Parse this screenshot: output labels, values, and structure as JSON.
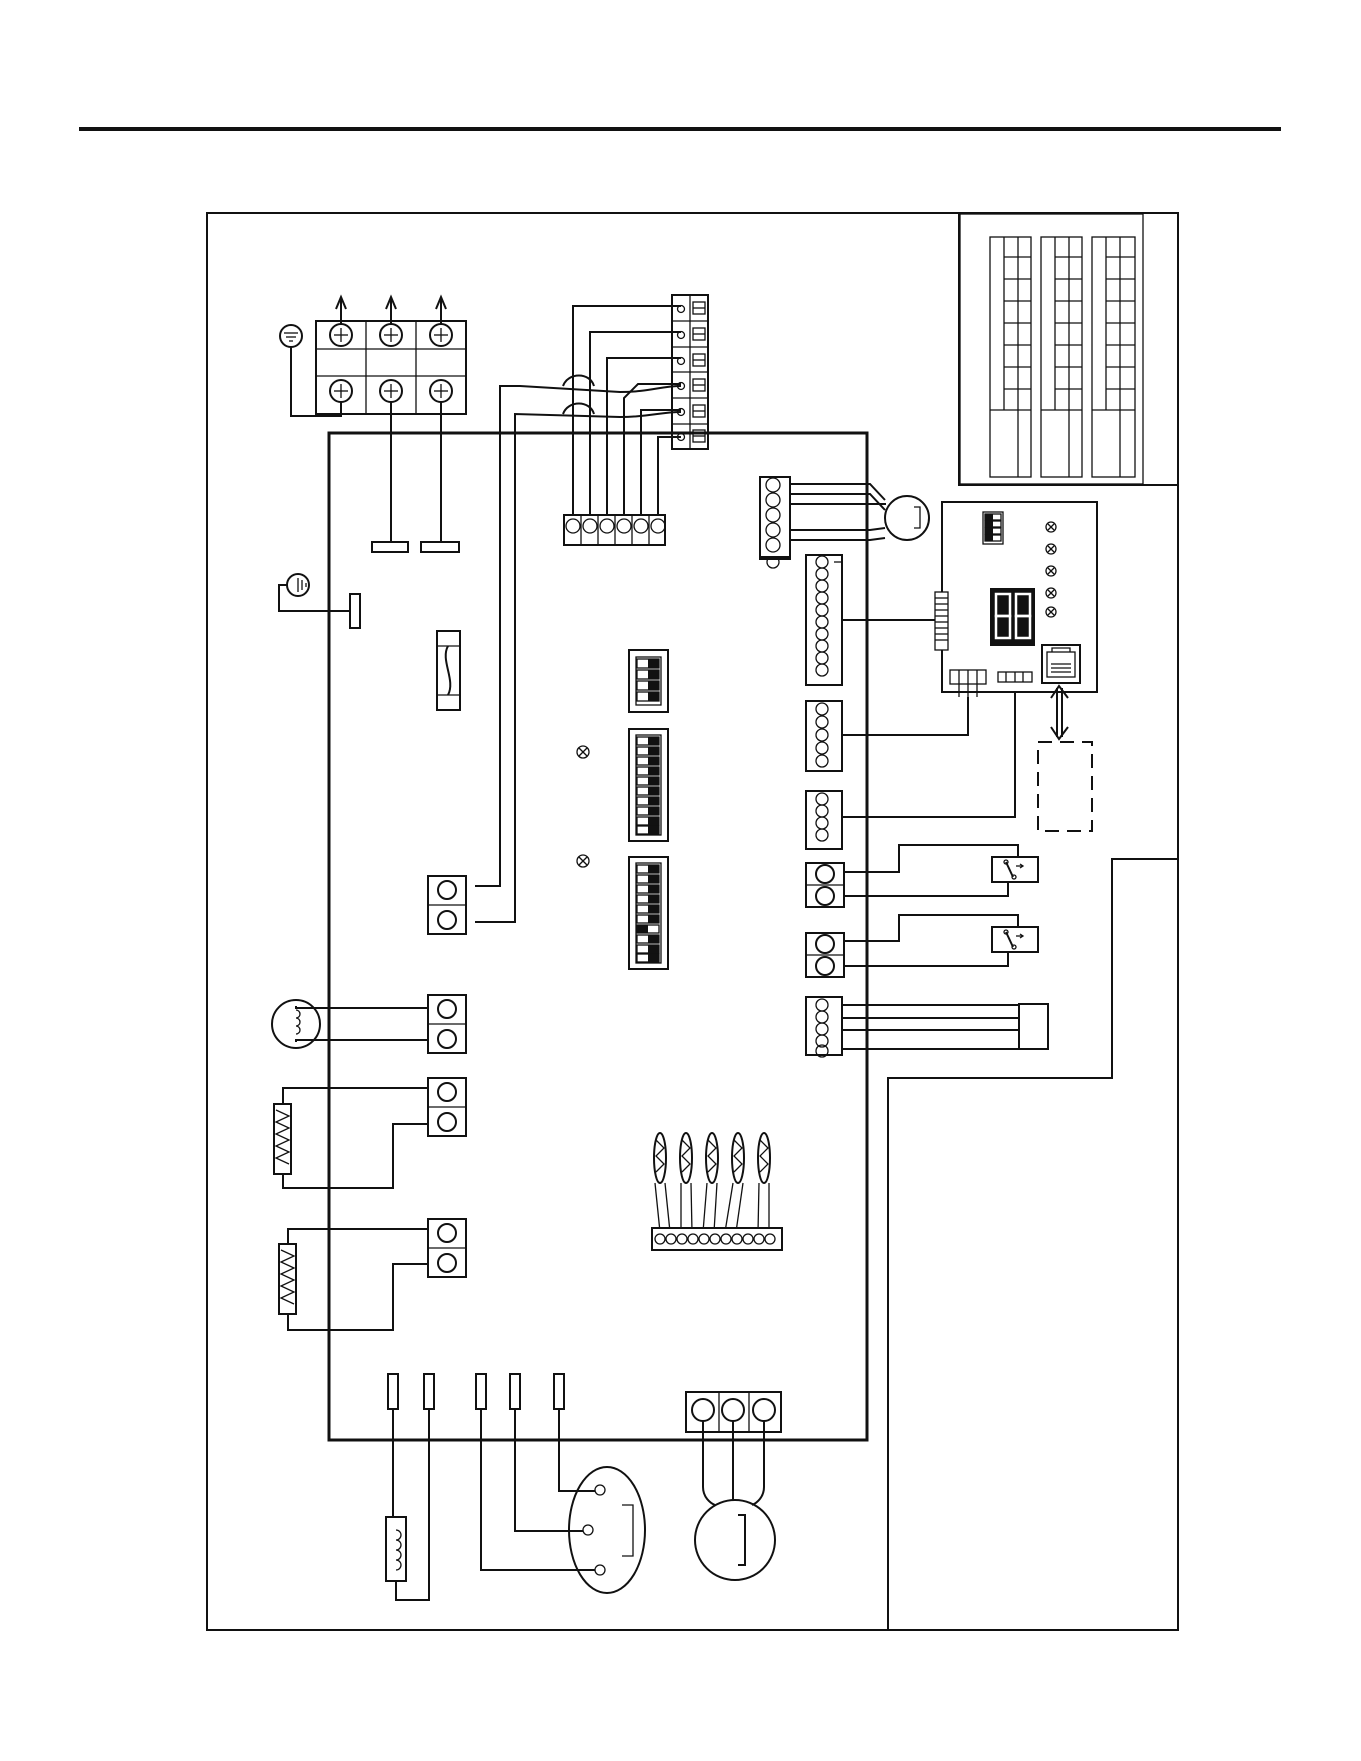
{
  "document": {
    "type": "wiring-diagram",
    "has_header_rule": true
  },
  "diagram": {
    "dip_switch_banks": [
      4,
      10,
      10
    ],
    "indicator_leds_main_board": 2,
    "indicator_leds_display_board": 5,
    "seven_segment_display": "88",
    "relay_contacts": 2,
    "heater_elements": 2,
    "motors": 2,
    "thermistors": 5,
    "terminal_block_positions": 6,
    "legend_tables": 3
  }
}
